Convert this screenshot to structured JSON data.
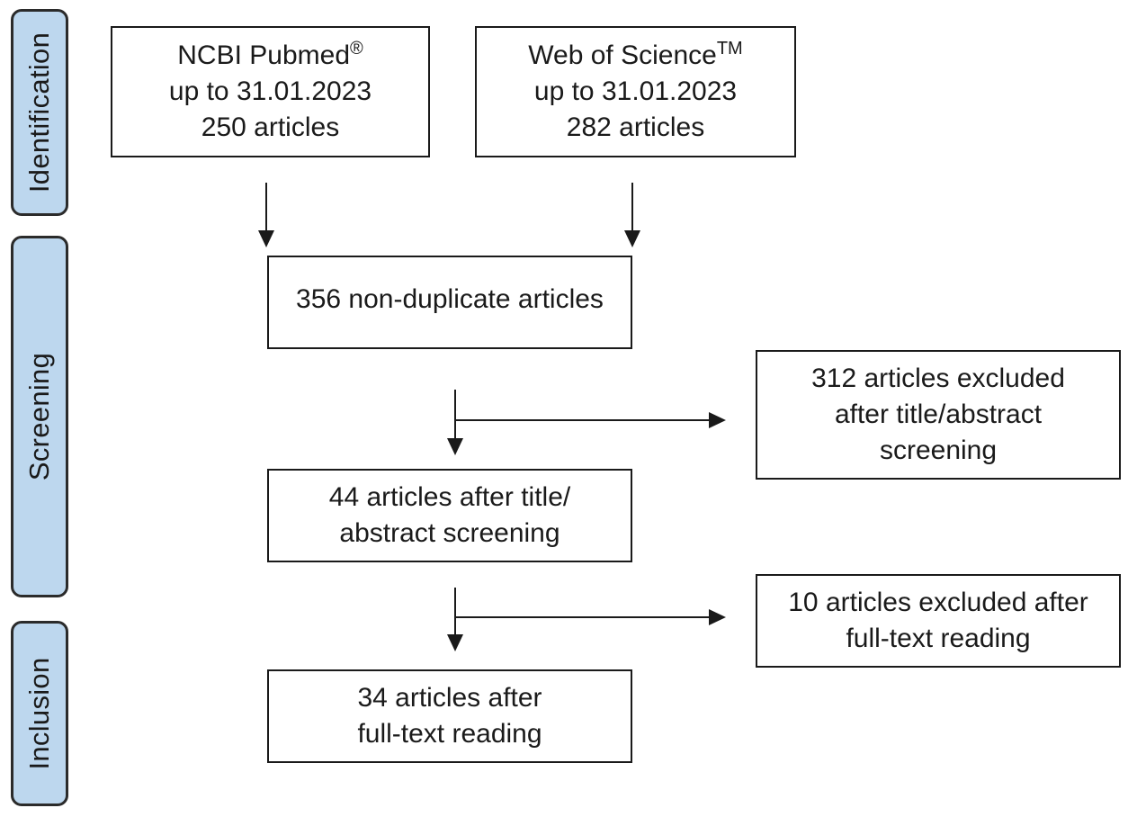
{
  "stages": {
    "identification": "Identification",
    "screening": "Screening",
    "inclusion": "Inclusion"
  },
  "boxes": {
    "pubmed": {
      "line1_text": "NCBI Pubmed",
      "line1_mark": "®",
      "line2": "up to 31.01.2023",
      "line3": "250 articles"
    },
    "wos": {
      "line1_text": "Web of Science",
      "line1_mark": "TM",
      "line2": "up to 31.01.2023",
      "line3": "282 articles"
    },
    "nonduplicate": {
      "line1": "356 non-duplicate articles"
    },
    "excluded_title": {
      "line1": "312 articles excluded",
      "line2": "after title/abstract",
      "line3": "screening"
    },
    "after_title": {
      "line1": "44 articles after title/",
      "line2": "abstract screening"
    },
    "excluded_fulltext": {
      "line1": "10 articles excluded after",
      "line2": "full-text reading"
    },
    "after_fulltext": {
      "line1": "34 articles after",
      "line2": "full-text reading"
    }
  },
  "colors": {
    "stage_fill": "#bdd7ee",
    "stroke": "#1a1a1a"
  }
}
